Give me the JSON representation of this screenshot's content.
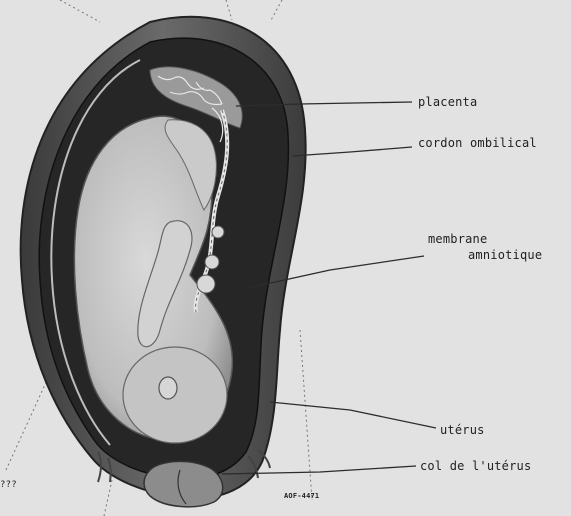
{
  "labels": {
    "placenta": "placenta",
    "cordon": "cordon ombilical",
    "membrane_line1": "membrane",
    "membrane_line2": "amniotique",
    "uterus": "utérus",
    "col": "col de l'utérus"
  },
  "marks": {
    "left_margin": "???",
    "stamp": "AOF-4471"
  },
  "colors": {
    "background": "#e2e2e2",
    "uterus_wall": "#5a5a5a",
    "cavity": "#2a2a2a",
    "fetus_skin": "#cfcfcf",
    "line": "#2c2c2c"
  }
}
